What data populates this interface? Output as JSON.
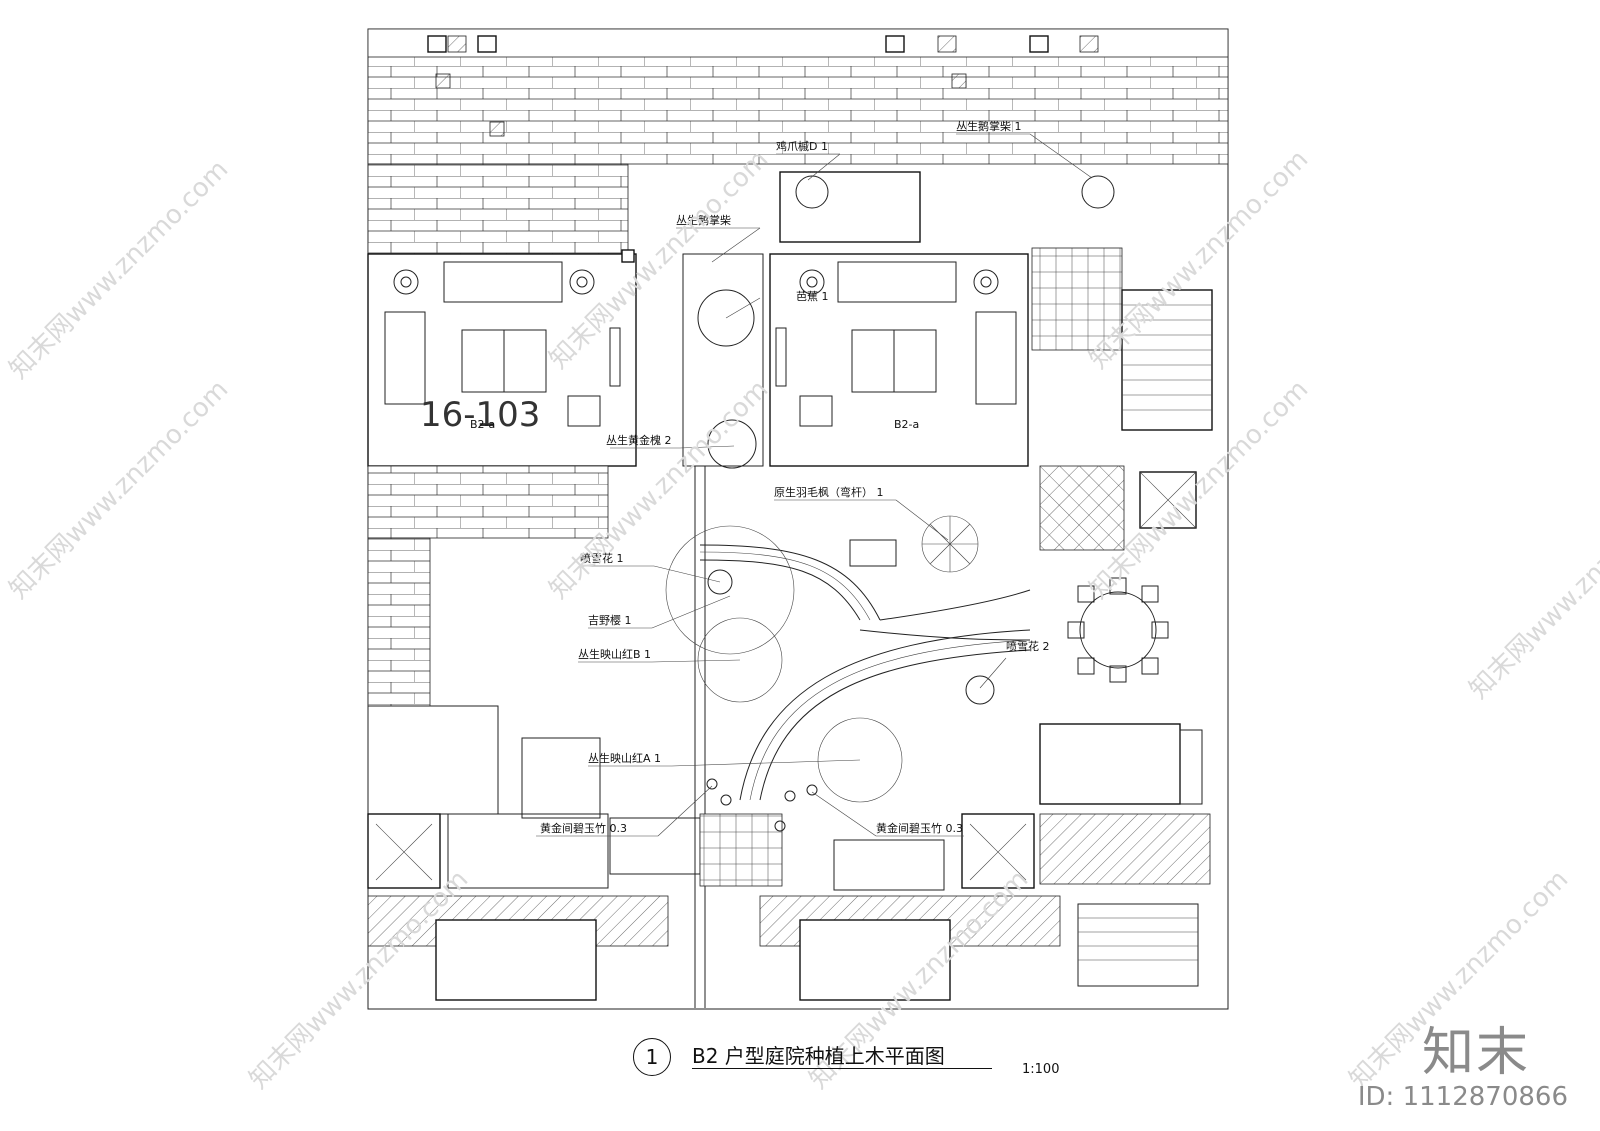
{
  "drawing": {
    "title_number": "1",
    "title": "B2 户型庭院种植上木平面图",
    "scale": "1:100",
    "room_labels": [
      "B2-a",
      "B2-a"
    ],
    "unit_number": "16-103",
    "plant_labels": [
      "鸡爪槭D 1",
      "丛生鹅掌柴 1",
      "丛生鹅掌柴",
      "芭蕉 1",
      "丛生黄金槐 2",
      "原生羽毛枫（弯杆） 1",
      "喷雪花 1",
      "吉野樱 1",
      "丛生映山红B 1",
      "喷雪花 2",
      "丛生映山红A 1",
      "黄金间碧玉竹 0.3",
      "黄金间碧玉竹 0.3"
    ]
  },
  "watermark": {
    "brand": "知末",
    "id": "ID: 1112870866",
    "repeat_text": "知末网www.znzmo.com"
  }
}
